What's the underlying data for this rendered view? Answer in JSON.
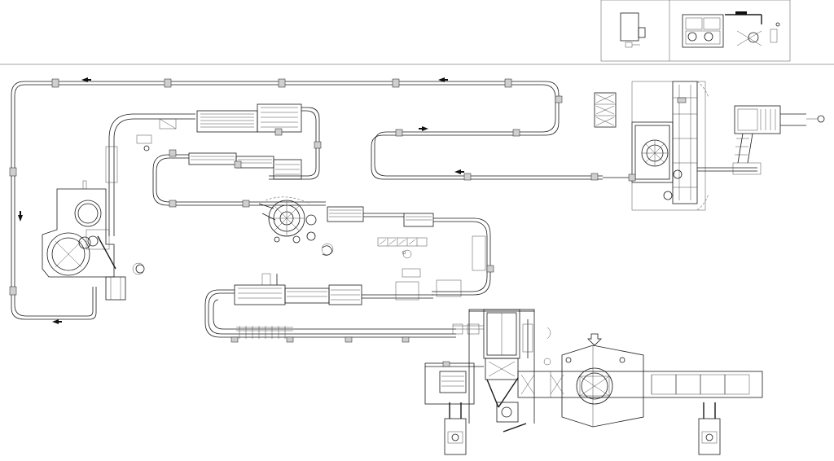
{
  "drawing": {
    "kind": "packaging line conveyor layout",
    "colors": {
      "line": "#1a1a1a",
      "background": "#ffffff",
      "accent": "#111111"
    }
  },
  "flow_arrows": [
    {
      "id": "top-run-left-1",
      "direction": "left"
    },
    {
      "id": "top-run-left-2",
      "direction": "left"
    },
    {
      "id": "left-run-down",
      "direction": "down"
    },
    {
      "id": "bottom-left-return",
      "direction": "left"
    },
    {
      "id": "mid-loop-right",
      "direction": "right"
    },
    {
      "id": "mid-loop-left",
      "direction": "left"
    }
  ],
  "machines": [
    {
      "id": "depalletizer",
      "icon": "rotary-machine-icon"
    },
    {
      "id": "filler-capper",
      "icon": "rotary-machine-icon"
    },
    {
      "id": "labeler",
      "icon": "star-wheel-icon"
    },
    {
      "id": "case-packer",
      "icon": "machine-frame-icon"
    },
    {
      "id": "palletizer",
      "icon": "machine-frame-icon"
    },
    {
      "id": "forklift-left",
      "icon": "forklift-icon"
    },
    {
      "id": "forklift-right",
      "icon": "forklift-icon"
    },
    {
      "id": "fan-bank",
      "icon": "fan-icon"
    },
    {
      "id": "inset-room",
      "icon": "room-icon"
    },
    {
      "id": "inset-detail",
      "icon": "detail-view-icon"
    }
  ]
}
